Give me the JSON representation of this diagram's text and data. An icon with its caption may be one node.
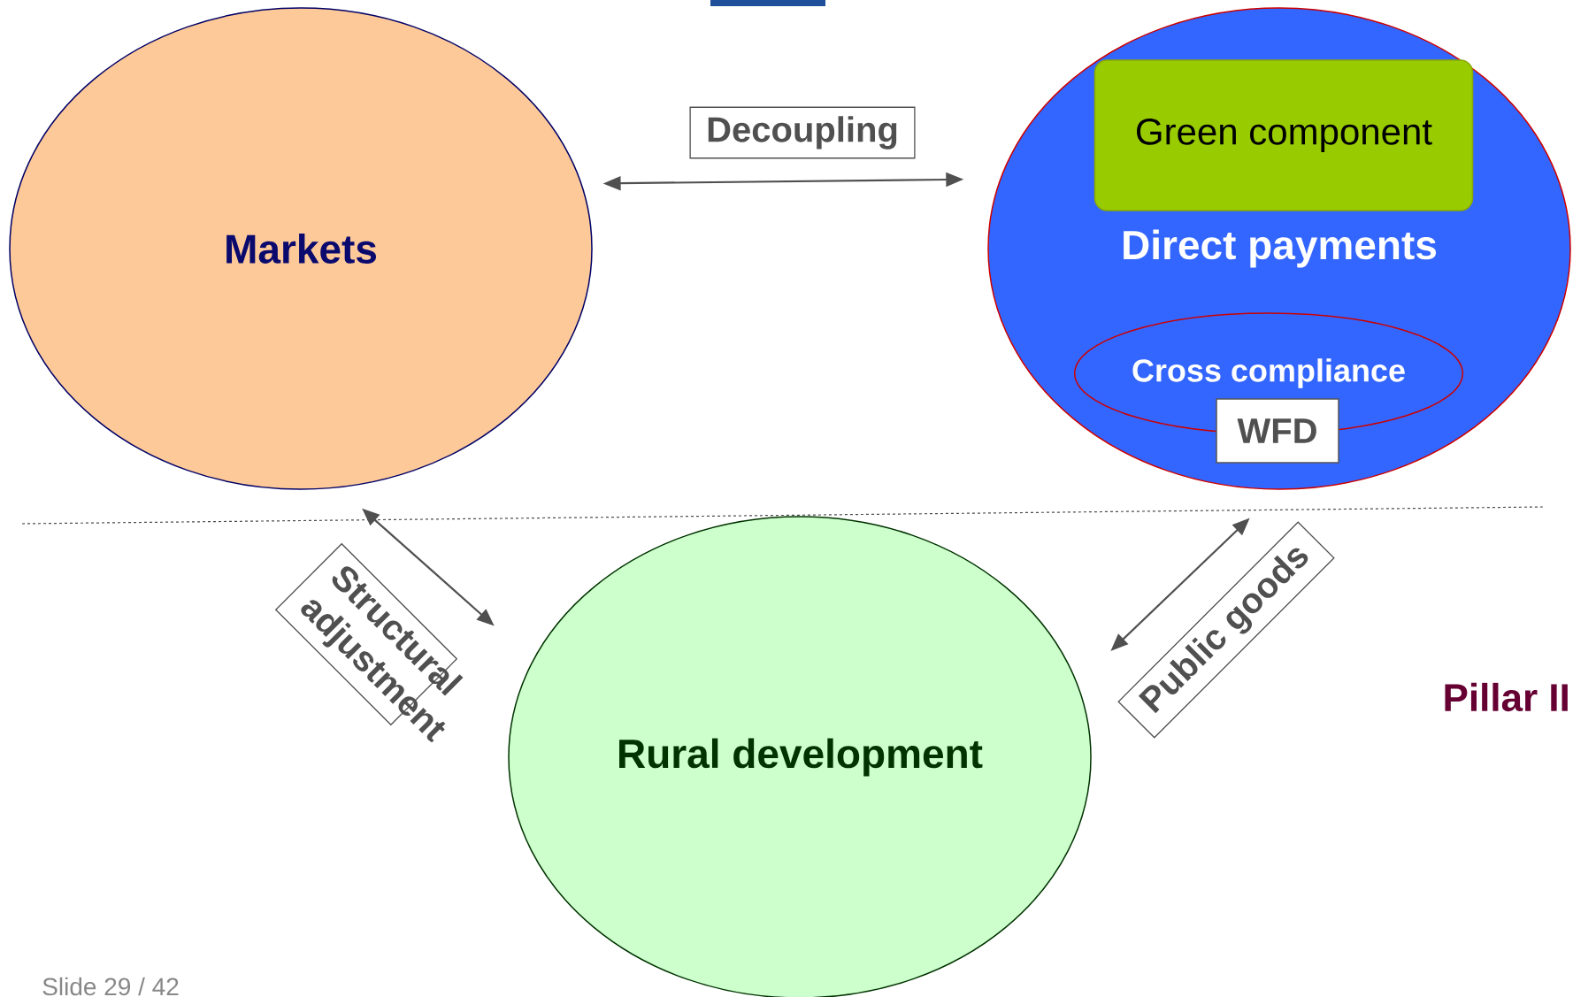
{
  "diagram": {
    "nodes": [
      {
        "text": [
          "Markets"
        ]
      },
      {
        "text": [
          "Direct payments"
        ]
      },
      {
        "text": [
          "Green component"
        ],
        "in": 1
      },
      {
        "text": [
          "Cross compliance"
        ],
        "in": 1
      },
      {
        "text": [
          "WFD"
        ],
        "in": 1
      },
      {
        "text": [
          "Rural development"
        ]
      }
    ],
    "edges": [
      {
        "from": 0,
        "to": 1,
        "arrow": "both",
        "label": "Decoupling"
      },
      {
        "from": 0,
        "to": 5,
        "arrow": "both",
        "label": "Structural adjustment"
      },
      {
        "from": 5,
        "to": 1,
        "arrow": "both",
        "label": "Public goods"
      }
    ],
    "labels": [
      "Pillar II",
      "Slide 29 / 42"
    ]
  }
}
